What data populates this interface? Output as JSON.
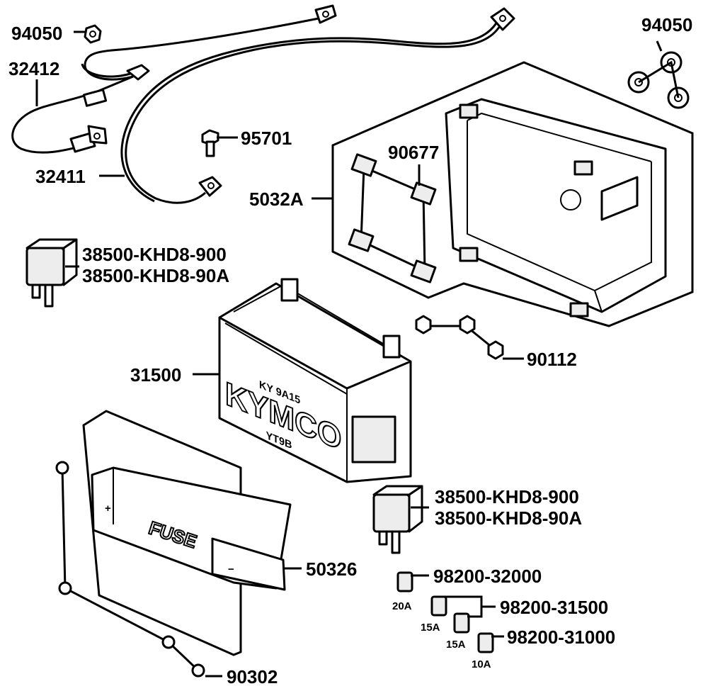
{
  "parts": {
    "nut_single": "94050",
    "wire_negative": "32412",
    "wire_positive": "32411",
    "bolt_small": "95701",
    "nut_group": "94050",
    "rubber_pads": "90677",
    "battery_box": "5032A",
    "relay_top_a": "38500-KHD8-900",
    "relay_top_b": "38500-KHD8-90A",
    "battery": "31500",
    "bolts_box": "90112",
    "relay_bottom_a": "38500-KHD8-900",
    "relay_bottom_b": "38500-KHD8-90A",
    "fuse_holder": "50326",
    "fuse_20a": "98200-32000",
    "fuse_15a": "98200-31500",
    "fuse_10a": "98200-31000",
    "screws_holder": "90302"
  },
  "fuse_ratings": {
    "a20": "20A",
    "a15_first": "15A",
    "a15_second": "15A",
    "a10": "10A"
  },
  "battery_markings": {
    "brand": "KYMCO",
    "model": "YT9B",
    "code": "KY 9A15"
  },
  "holder_markings": {
    "plus": "+",
    "fuse": "FUSE",
    "minus": "−"
  }
}
